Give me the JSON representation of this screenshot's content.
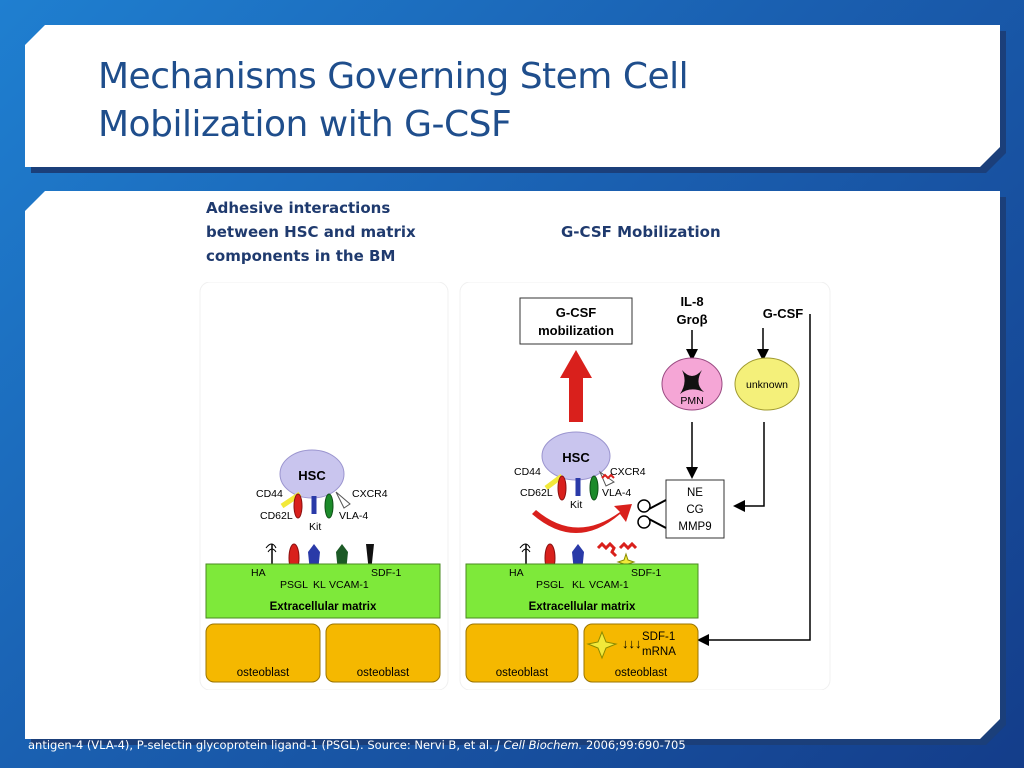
{
  "slide": {
    "title_line1": "Mechanisms Governing Stem Cell",
    "title_line2": "Mobilization with G-CSF"
  },
  "headings": {
    "left_line1": "Adhesive interactions",
    "left_line2": "between HSC and matrix",
    "left_line3": "components in the BM",
    "right": "G-CSF Mobilization"
  },
  "left_panel": {
    "hsc": "HSC",
    "cd44": "CD44",
    "cxcr4": "CXCR4",
    "cd62l": "CD62L",
    "vla4": "VLA-4",
    "kit": "Kit",
    "ha": "HA",
    "psgl": "PSGL",
    "kl": "KL",
    "vcam1": "VCAM-1",
    "sdf1": "SDF-1",
    "matrix": "Extracellular matrix",
    "osteoblast1": "osteoblast",
    "osteoblast2": "osteoblast"
  },
  "right_panel": {
    "mobilization_line1": "G-CSF",
    "mobilization_line2": "mobilization",
    "il8": "IL-8",
    "grob": "Groβ",
    "gcsf": "G-CSF",
    "pmn": "PMN",
    "unknown": "unknown",
    "protease_line1": "NE",
    "protease_line2": "CG",
    "protease_line3": "MMP9",
    "hsc": "HSC",
    "cd44": "CD44",
    "cxcr4": "CXCR4",
    "cd62l": "CD62L",
    "vla4": "VLA-4",
    "kit": "Kit",
    "ha": "HA",
    "psgl": "PSGL",
    "kl": "KL",
    "vcam1": "VCAM-1",
    "sdf1": "SDF-1",
    "matrix": "Extracellular matrix",
    "osteoblast1": "osteoblast",
    "sdf1_mrna_line1": "SDF-1",
    "sdf1_mrna_line2": "mRNA",
    "osteoblast2": "osteoblast"
  },
  "footnote": {
    "text": "antigen-4 (VLA-4), P-selectin glycoprotein ligand-1 (PSGL).  Source: Nervi B, et al. ",
    "journal": "J Cell Biochem.",
    "citation": " 2006;99:690-705"
  },
  "colors": {
    "title_blue": "#1f4e8c",
    "matrix_green": "#7ee93a",
    "osteoblast_orange": "#f5b800",
    "hsc_lavender": "#c9c5ee",
    "pmn_pink": "#f5a6d6",
    "unknown_yellow": "#f4f07a",
    "arrow_red": "#d9201c"
  }
}
